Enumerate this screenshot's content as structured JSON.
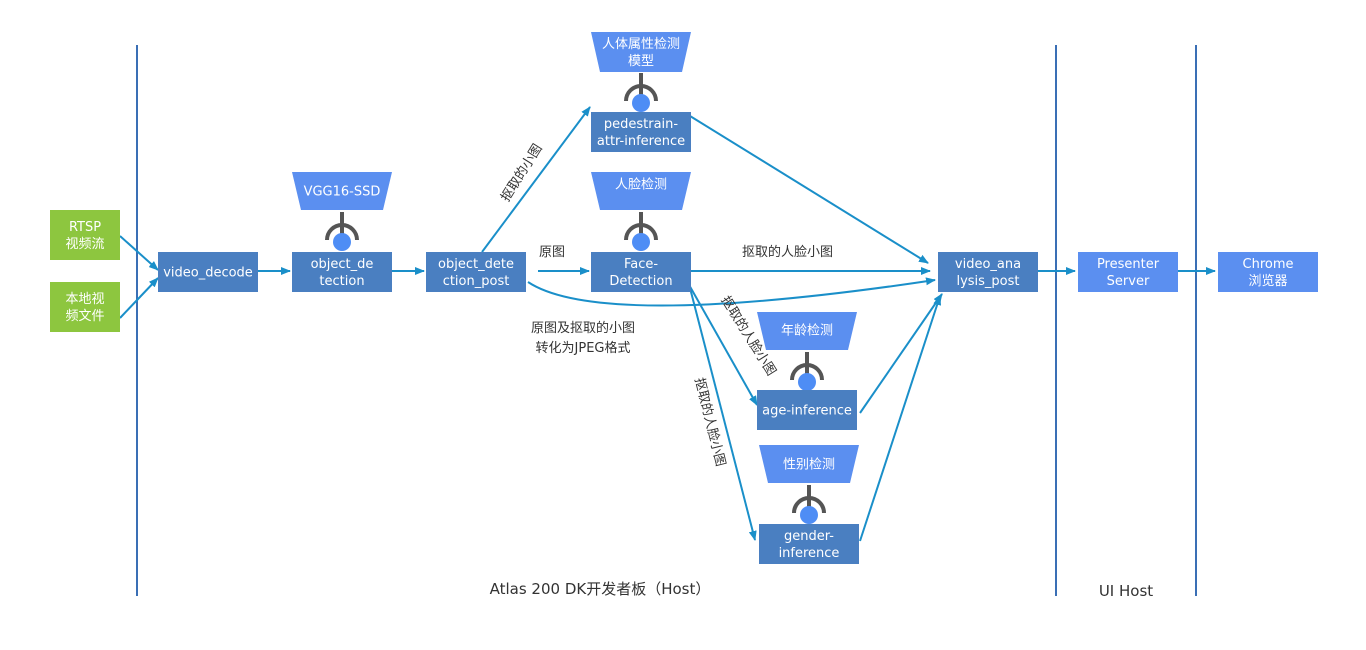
{
  "colors": {
    "process_box": "#4a7fc1",
    "model_box": "#5b8ff0",
    "input_box": "#8dc63f",
    "connector": "#555555",
    "connector_dot": "#4e8df5",
    "arrow": "#1a8fc9",
    "divider": "#3a6fb5",
    "text_dark": "#333333"
  },
  "inputs": {
    "rtsp": [
      "RTSP",
      "视频流"
    ],
    "local_file": [
      "本地视",
      "频文件"
    ]
  },
  "nodes": {
    "video_decode": [
      "video_decode"
    ],
    "object_detection": [
      "object_de",
      "tection"
    ],
    "object_detection_post": [
      "object_dete",
      "ction_post"
    ],
    "pedestrian_attr": [
      "pedestrain-",
      "attr-inference"
    ],
    "face_detection": [
      "Face-",
      "Detection"
    ],
    "age_inference": [
      "age-inference"
    ],
    "gender_inference": [
      "gender-",
      "inference"
    ],
    "video_analysis_post": [
      "video_ana",
      "lysis_post"
    ],
    "presenter_server": [
      "Presenter",
      "Server"
    ],
    "chrome": [
      "Chrome",
      "浏览器"
    ]
  },
  "models": {
    "vgg16_ssd": [
      "VGG16-SSD"
    ],
    "pedestrian_model": [
      "人体属性检测",
      "模型"
    ],
    "face_model": [
      "人脸检测"
    ],
    "age_model": [
      "年龄检测"
    ],
    "gender_model": [
      "性别检测"
    ]
  },
  "edge_labels": {
    "cropped_small": "抠取的小图",
    "original": "原图",
    "cropped_face_main": "抠取的人脸小图",
    "cropped_face_age": "抠取的人脸小图",
    "cropped_face_gender": "抠取的人脸小图",
    "convert_line1": "原图及抠取的小图",
    "convert_line2": "转化为JPEG格式"
  },
  "hosts": {
    "atlas": "Atlas 200 DK开发者板（Host）",
    "ui": "UI Host"
  }
}
